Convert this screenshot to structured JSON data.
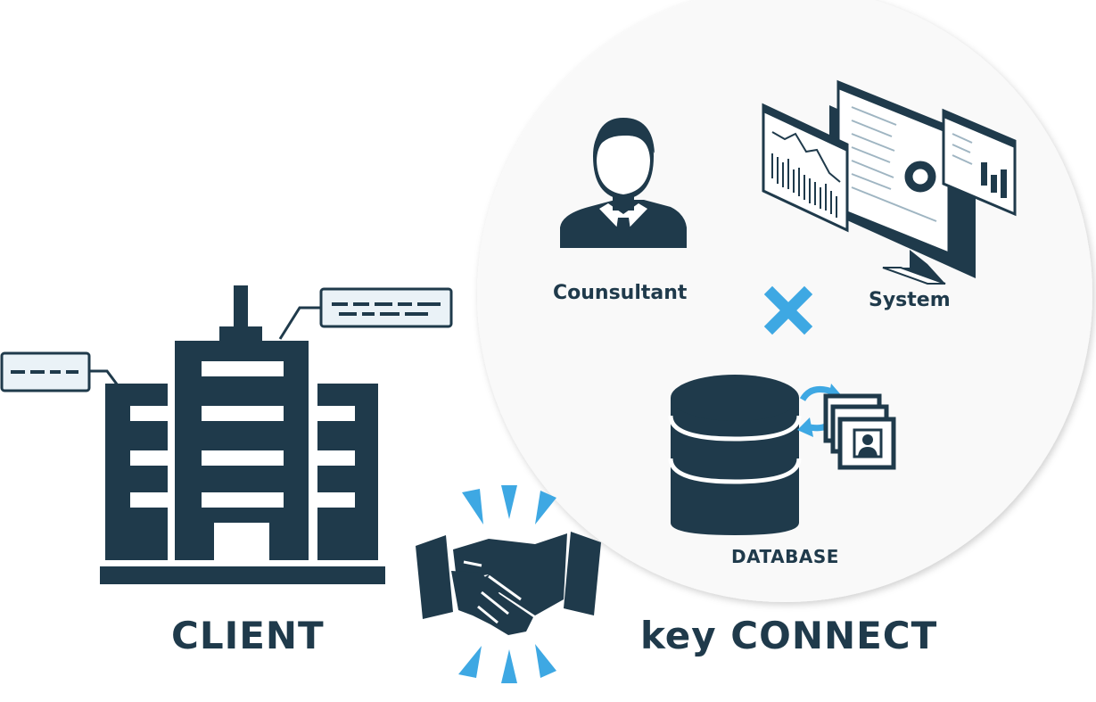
{
  "labels": {
    "consultant": "Counsultant",
    "system": "System",
    "database": "DATABASE",
    "client": "CLIENT",
    "keyconnect": "key CONNECT"
  },
  "colors": {
    "navy": "#1f3a4b",
    "accent": "#3ea8e3",
    "circle_fill": "#f9f9f9",
    "tag_fill": "#eaf2f7"
  },
  "icons": {
    "consultant": "businessman-icon",
    "system": "monitor-dashboard-icon",
    "combine": "cross-icon",
    "database": "database-icon",
    "sync": "sync-arrows-icon",
    "profiles": "profile-cards-icon",
    "client": "office-building-icon",
    "handshake": "handshake-icon"
  }
}
